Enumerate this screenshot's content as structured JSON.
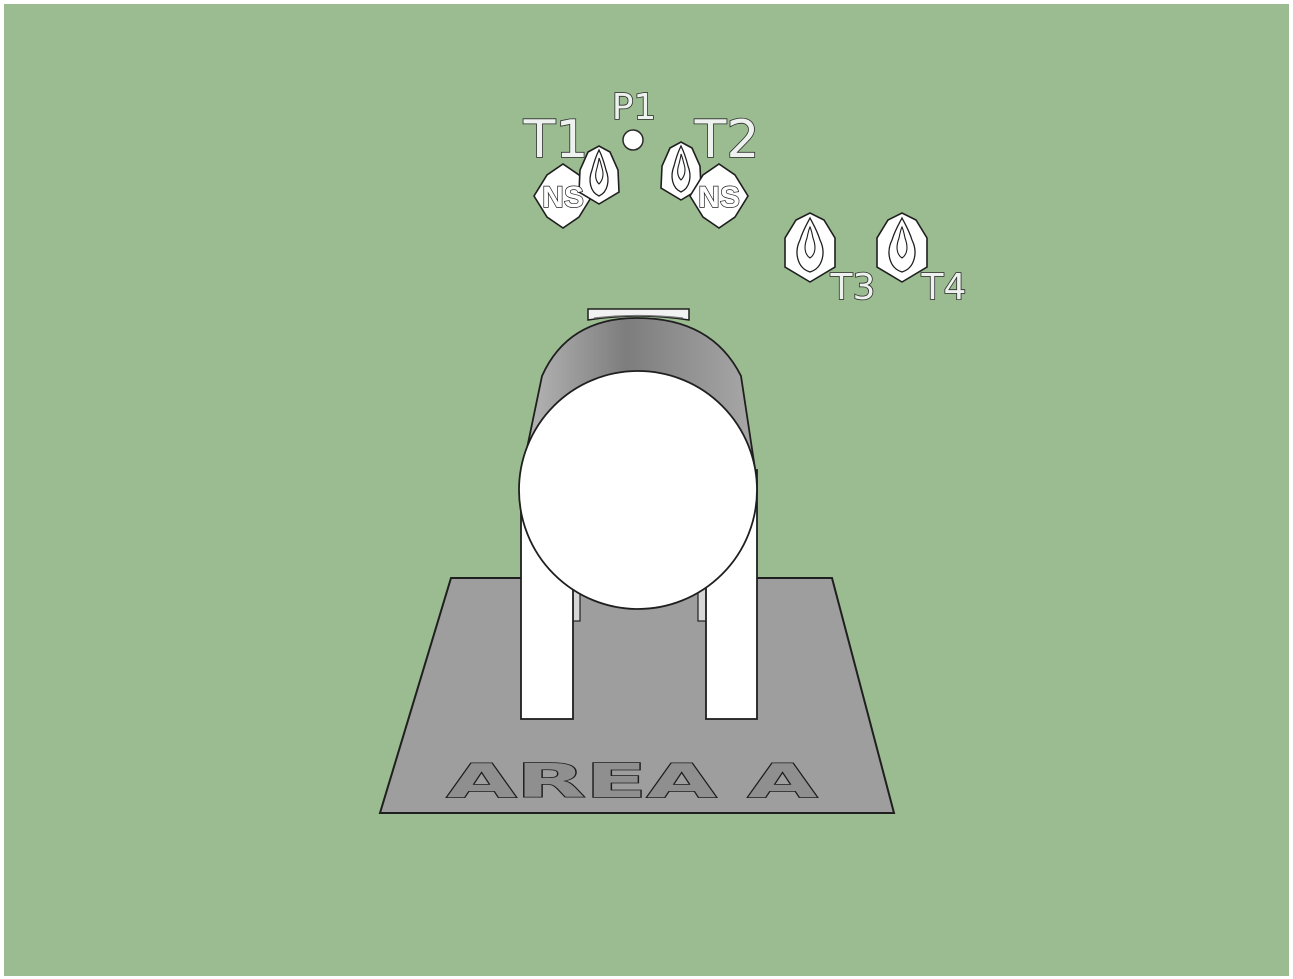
{
  "colors": {
    "background": "#9bbc90",
    "pad": "#9e9e9e",
    "tank_body": "#ffffff",
    "tank_shade": "#8a8a8a",
    "outline": "#1f1f1f"
  },
  "pad": {
    "label": "AREA A"
  },
  "point": {
    "label": "P1"
  },
  "targets": [
    {
      "label": "T1",
      "marker": "NS"
    },
    {
      "label": "T2",
      "marker": "NS"
    },
    {
      "label": "T3"
    },
    {
      "label": "T4"
    }
  ]
}
